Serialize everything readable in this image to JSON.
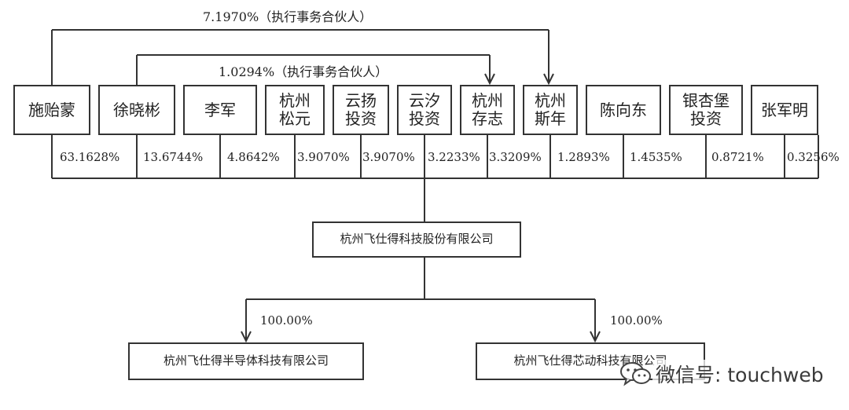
{
  "shareholders": [
    {
      "id": "shi",
      "name": "施贻蒙",
      "pct": "63.1628%"
    },
    {
      "id": "xu",
      "name": "徐晓彬",
      "pct": "13.6744%"
    },
    {
      "id": "li",
      "name": "李军",
      "pct": "4.8642%"
    },
    {
      "id": "songyuan",
      "name": "杭州\n松元",
      "pct": "3.9070%"
    },
    {
      "id": "yunyang",
      "name": "云扬\n投资",
      "pct": "3.9070%"
    },
    {
      "id": "yunxi",
      "name": "云汐\n投资",
      "pct": "3.2233%"
    },
    {
      "id": "cunzhi",
      "name": "杭州\n存志",
      "pct": "3.3209%"
    },
    {
      "id": "sinian",
      "name": "杭州\n斯年",
      "pct": "1.2893%"
    },
    {
      "id": "chen",
      "name": "陈向东",
      "pct": "1.4535%"
    },
    {
      "id": "yinxingbao",
      "name": "银杏堡\n投资",
      "pct": "0.8721%"
    },
    {
      "id": "zhang",
      "name": "张军明",
      "pct": "0.3256%"
    }
  ],
  "partner_links": [
    {
      "from": "shi",
      "to": "sinian",
      "label": "7.1970%（执行事务合伙人）"
    },
    {
      "from": "xu",
      "to": "cunzhi",
      "label": "1.0294%（执行事务合伙人）"
    }
  ],
  "company": {
    "name": "杭州飞仕得科技股份有限公司"
  },
  "subsidiaries": [
    {
      "id": "sub1",
      "name": "杭州飞仕得半导体科技有限公司",
      "pct": "100.00%"
    },
    {
      "id": "sub2",
      "name": "杭州飞仕得芯动科技有限公司",
      "pct": "100.00%"
    }
  ],
  "watermark": {
    "icon": "wechat-icon",
    "text": "微信号: touchweb"
  }
}
